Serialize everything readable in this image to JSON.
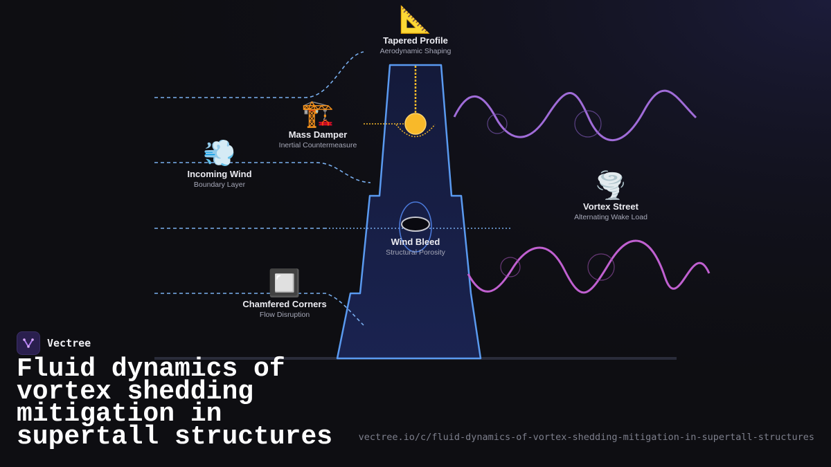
{
  "labels": {
    "tapered": {
      "icon": "📐",
      "title": "Tapered Profile",
      "subtitle": "Aerodynamic Shaping"
    },
    "damper": {
      "icon": "🏗️",
      "title": "Mass Damper",
      "subtitle": "Inertial Countermeasure"
    },
    "wind": {
      "icon": "💨",
      "title": "Incoming Wind",
      "subtitle": "Boundary Layer"
    },
    "vortex": {
      "icon": "🌪️",
      "title": "Vortex Street",
      "subtitle": "Alternating Wake Load"
    },
    "bleed": {
      "title": "Wind Bleed",
      "subtitle": "Structural Porosity"
    },
    "chamfer": {
      "icon": "🔲",
      "title": "Chamfered Corners",
      "subtitle": "Flow Disruption"
    }
  },
  "brand": {
    "name": "Vectree"
  },
  "headline": "Fluid dynamics of vortex shedding mitigation in supertall structures",
  "url": "vectree.io/c/fluid-dynamics-of-vortex-shedding-mitigation-in-supertall-structures",
  "colors": {
    "background": "#0e0e12",
    "tower_outline": "#5a9af0",
    "streamline": "#7ab0f0",
    "damper": "#f5b82a",
    "vortex_top": "#a06cd8",
    "vortex_bottom": "#c060d0"
  }
}
